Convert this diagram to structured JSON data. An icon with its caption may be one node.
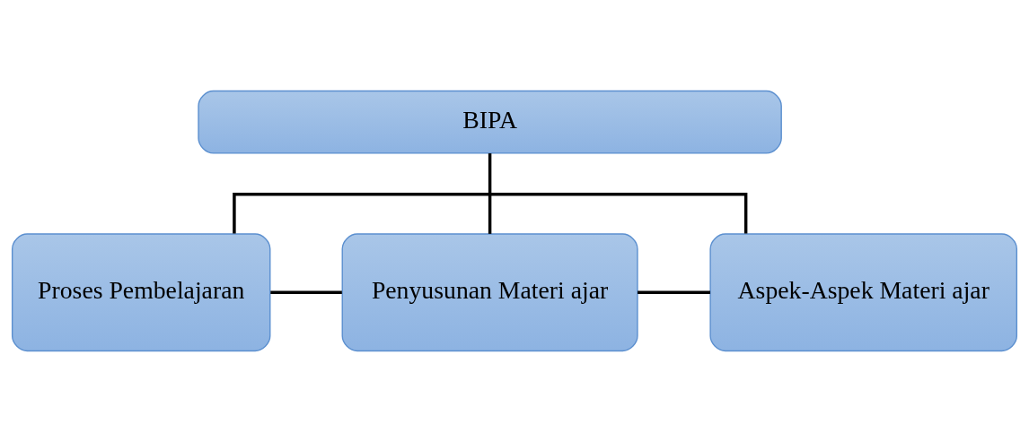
{
  "diagram": {
    "nodes": [
      {
        "text": [
          "BIPA"
        ]
      },
      {
        "text": [
          "Proses Pembelajaran"
        ]
      },
      {
        "text": [
          "Penyusunan Materi ajar"
        ]
      },
      {
        "text": [
          "Aspek-Aspek Materi ajar"
        ]
      }
    ],
    "edges": [
      {
        "from": 0,
        "to": 2,
        "arrow": "none"
      },
      {
        "from": 1,
        "to": 2,
        "arrow": "none"
      },
      {
        "from": 2,
        "to": 3,
        "arrow": "none"
      },
      {
        "from": 1,
        "to": 3,
        "arrow": "none"
      }
    ]
  }
}
